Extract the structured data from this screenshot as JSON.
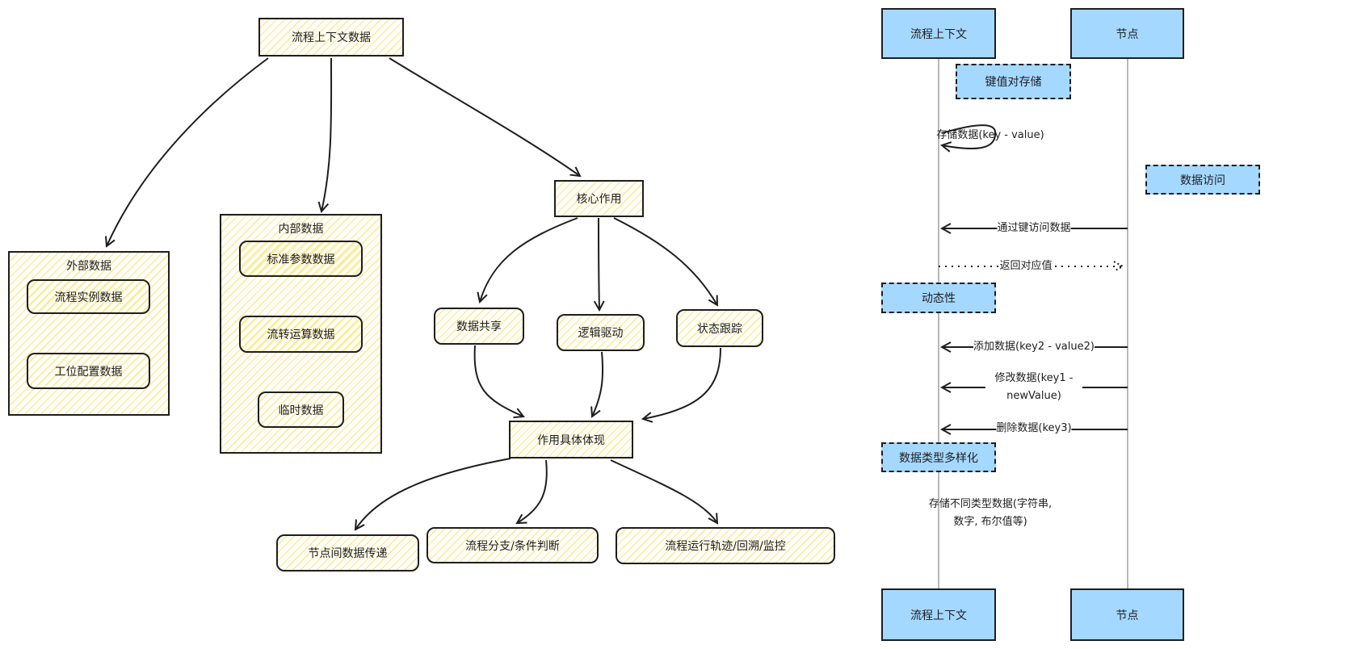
{
  "mind_map": {
    "root": "流程上下文数据",
    "external": {
      "title": "外部数据",
      "items": [
        "流程实例数据",
        "工位配置数据"
      ]
    },
    "internal": {
      "title": "内部数据",
      "items": [
        "标准参数数据",
        "流转运算数据",
        "临时数据"
      ]
    },
    "core": "核心作用",
    "roles": [
      "数据共享",
      "逻辑驱动",
      "状态跟踪"
    ],
    "manifest": "作用具体体现",
    "outcomes": [
      "节点间数据传递",
      "流程分支/条件判断",
      "流程运行轨迹/回溯/监控"
    ]
  },
  "sequence": {
    "participants": [
      "流程上下文",
      "节点"
    ],
    "notes": [
      "键值对存储",
      "数据访问",
      "动态性",
      "数据类型多样化"
    ],
    "messages": [
      "存储数据(key - value)",
      "通过键访问数据",
      "返回对应值",
      "添加数据(key2 - value2)",
      "修改数据(key1 - newValue)",
      "删除数据(key3)",
      "存储不同类型数据(字符串, 数字, 布尔值等)"
    ]
  },
  "colors": {
    "hatch": "#ffec99",
    "participant_fill": "#a5d8ff",
    "stroke": "#1e1e1e",
    "lifeline": "#a0a0a0"
  }
}
